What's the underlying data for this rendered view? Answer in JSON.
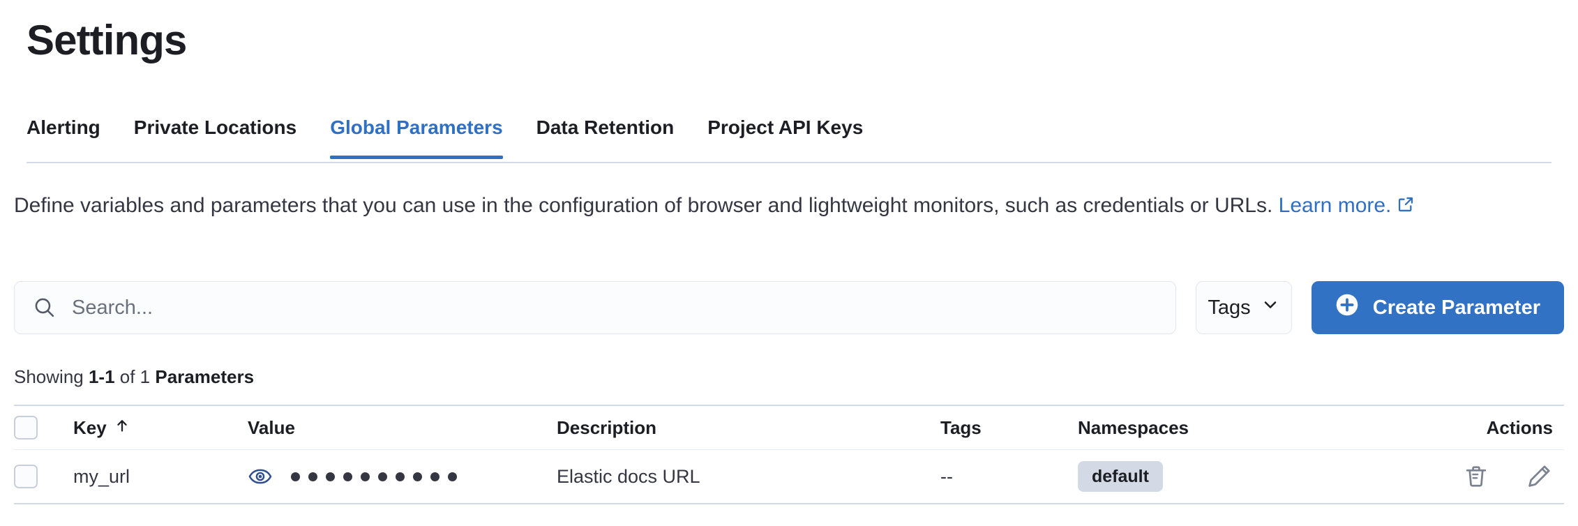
{
  "page": {
    "title": "Settings"
  },
  "tabs": [
    {
      "label": "Alerting",
      "active": false
    },
    {
      "label": "Private Locations",
      "active": false
    },
    {
      "label": "Global Parameters",
      "active": true
    },
    {
      "label": "Data Retention",
      "active": false
    },
    {
      "label": "Project API Keys",
      "active": false
    }
  ],
  "description": {
    "text": "Define variables and parameters that you can use in the configuration of browser and lightweight monitors, such as credentials or URLs.",
    "link_label": "Learn more.",
    "link_icon": "external-link-icon"
  },
  "controls": {
    "search": {
      "placeholder": "Search...",
      "value": "",
      "icon": "search-icon"
    },
    "tags_filter": {
      "label": "Tags",
      "icon": "chevron-down-icon"
    },
    "create_button": {
      "label": "Create Parameter",
      "icon": "plus-circle-icon"
    }
  },
  "results_summary": {
    "prefix": "Showing ",
    "range": "1-1",
    "middle": " of 1 ",
    "entity": "Parameters"
  },
  "table": {
    "columns": [
      {
        "key": "key",
        "label": "Key",
        "sort": "asc",
        "sort_icon": "arrow-up-icon"
      },
      {
        "key": "value",
        "label": "Value"
      },
      {
        "key": "description",
        "label": "Description"
      },
      {
        "key": "tags",
        "label": "Tags"
      },
      {
        "key": "namespaces",
        "label": "Namespaces"
      },
      {
        "key": "actions",
        "label": "Actions"
      }
    ],
    "rows": [
      {
        "key": "my_url",
        "value_masked": "••••••••••",
        "value_dots": 10,
        "value_toggle_icon": "eye-icon",
        "description": "Elastic docs URL",
        "tags": "--",
        "namespaces": [
          "default"
        ],
        "actions": [
          "trash-icon",
          "pencil-icon"
        ]
      }
    ]
  },
  "colors": {
    "accent_blue": "#2f6fc4",
    "button_blue": "#3172c4",
    "text_primary": "#1d1e24",
    "text_secondary": "#343741",
    "border": "#d3dae6",
    "badge_bg": "#d3dae6",
    "icon_gray": "#7b8290"
  }
}
